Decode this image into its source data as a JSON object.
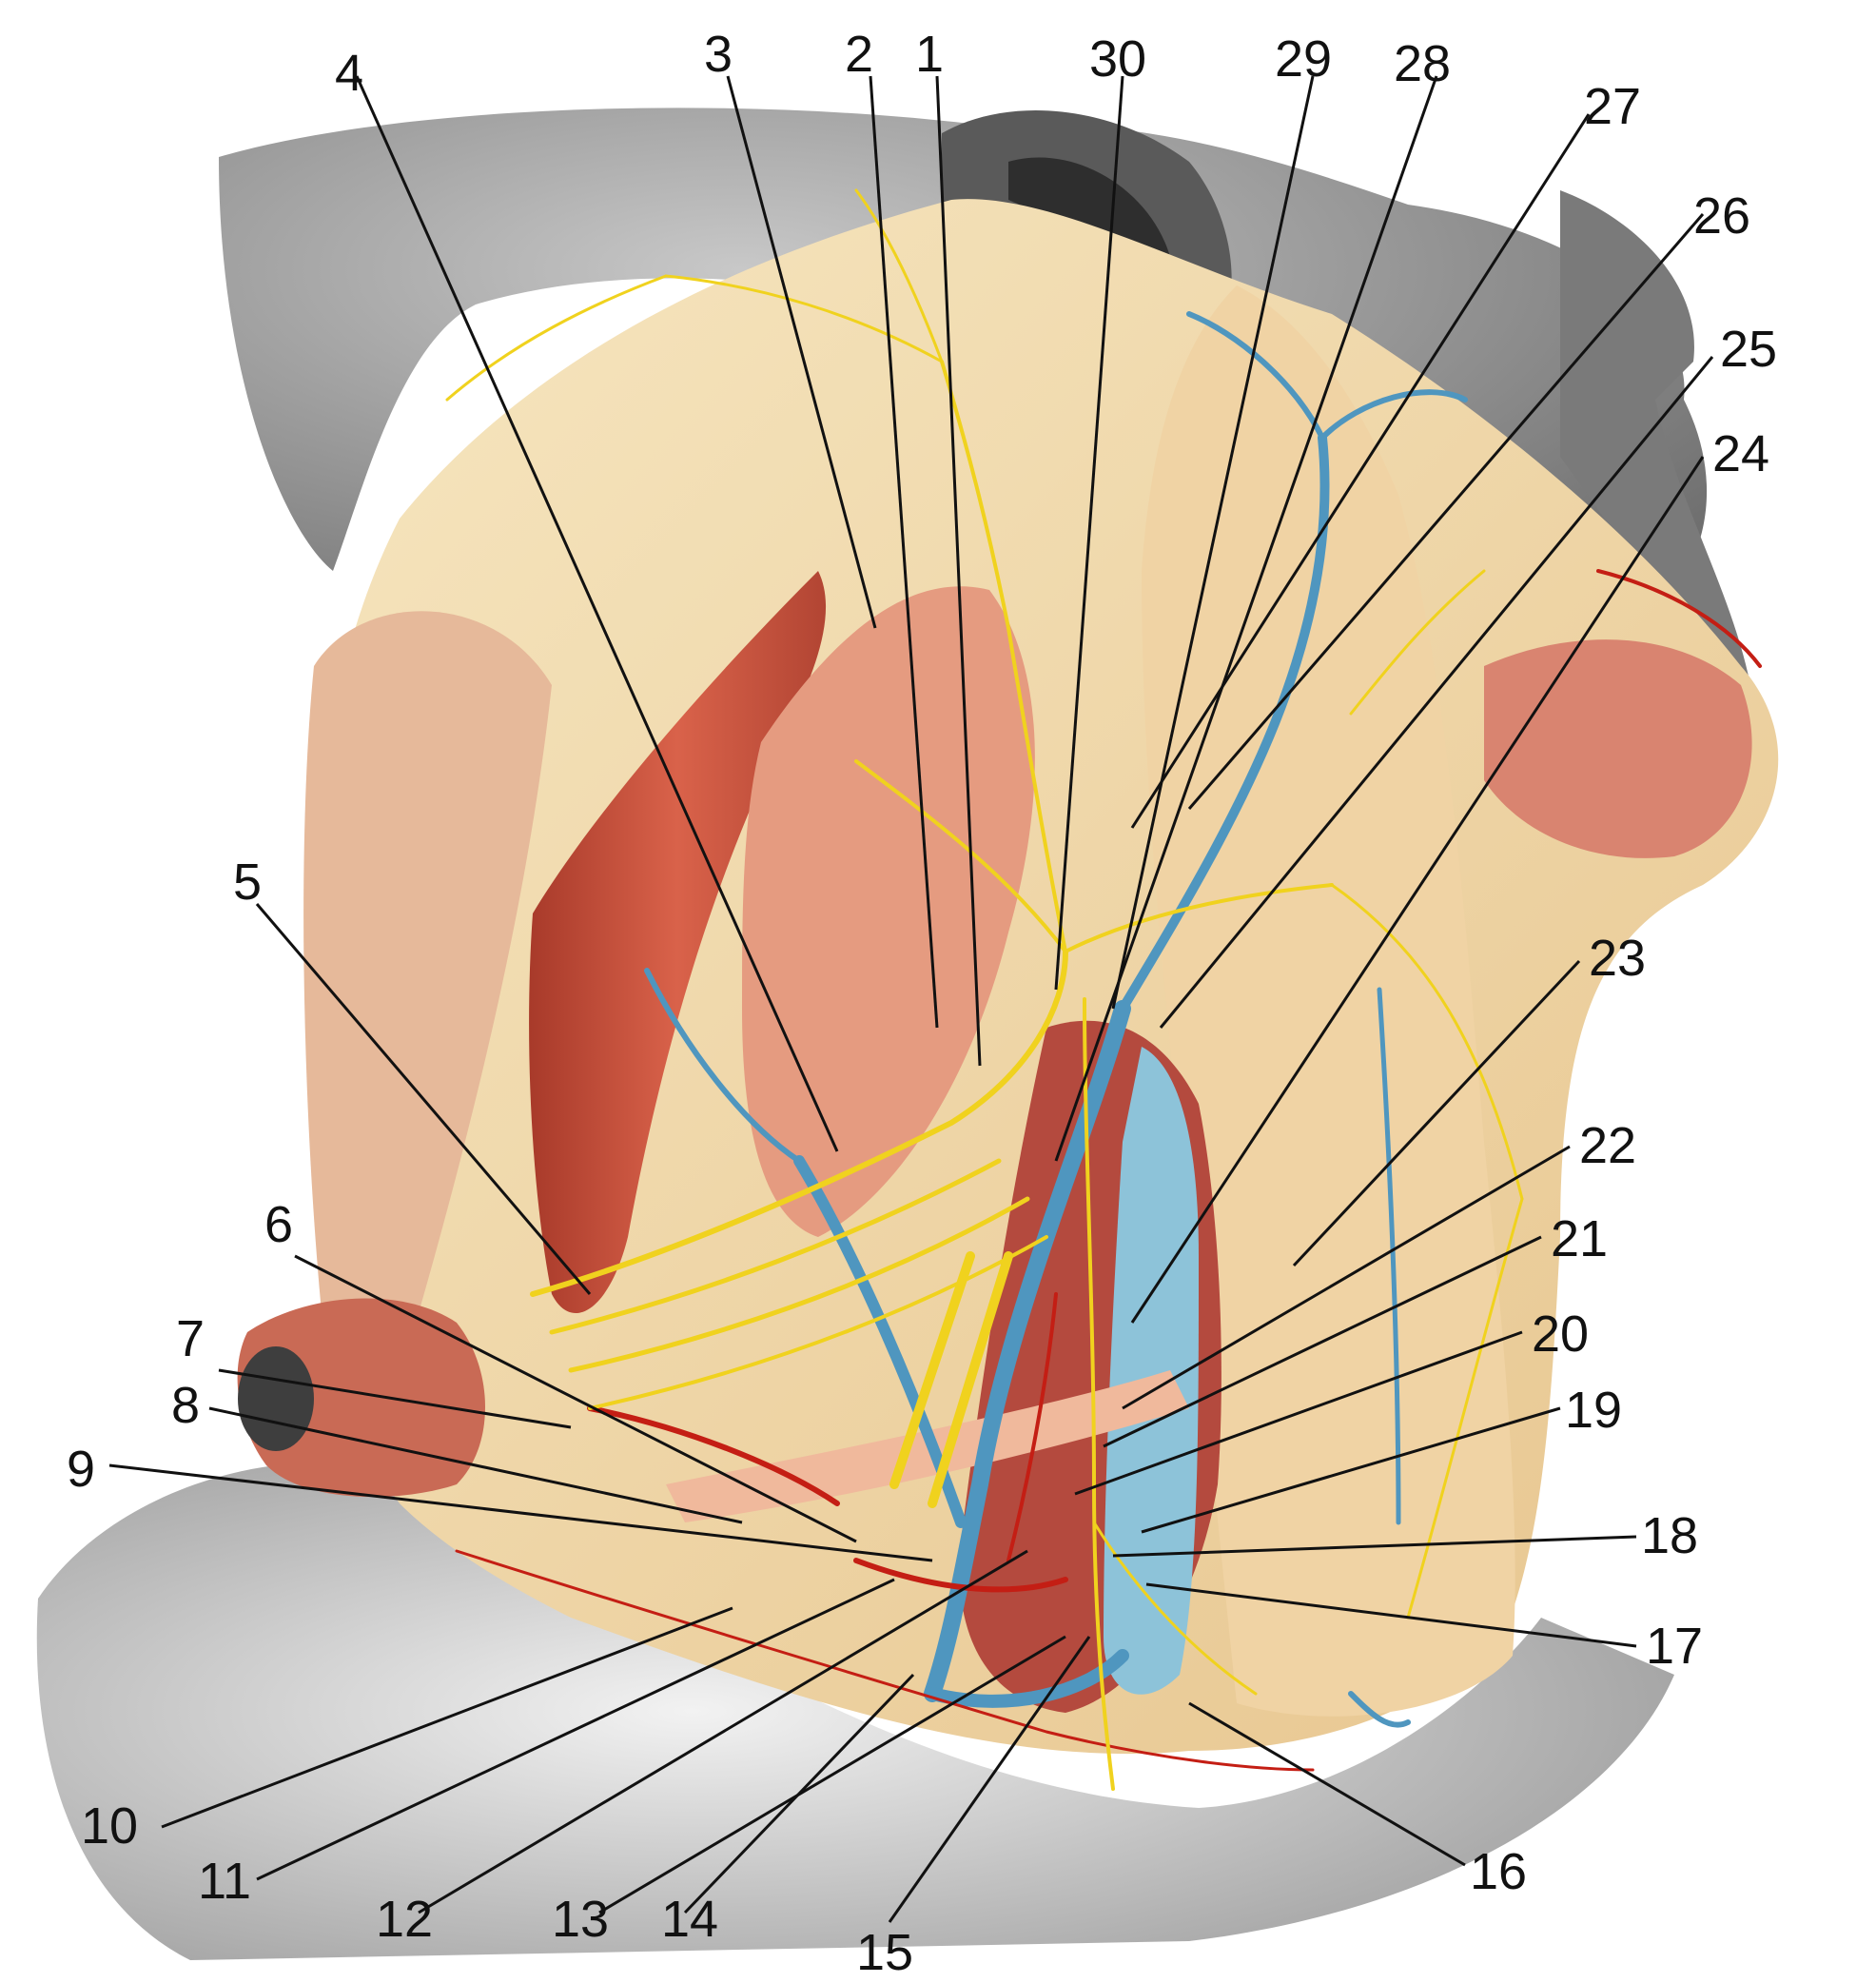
{
  "image": {
    "kind": "anatomical illustration",
    "colors": {
      "background": "#ffffff",
      "skin_gray": "#9a9a9a",
      "fascia": "#f1dcae",
      "muscle": "#c0503c",
      "muscle_light": "#e28b73",
      "nerve": "#f0d21e",
      "vein": "#4f96bf",
      "artery": "#c41e14",
      "leader": "#111111"
    }
  },
  "labels": [
    "1",
    "2",
    "3",
    "4",
    "5",
    "6",
    "7",
    "8",
    "9",
    "10",
    "11",
    "12",
    "13",
    "14",
    "15",
    "16",
    "17",
    "18",
    "19",
    "20",
    "21",
    "22",
    "23",
    "24",
    "25",
    "26",
    "27",
    "28",
    "29",
    "30"
  ]
}
